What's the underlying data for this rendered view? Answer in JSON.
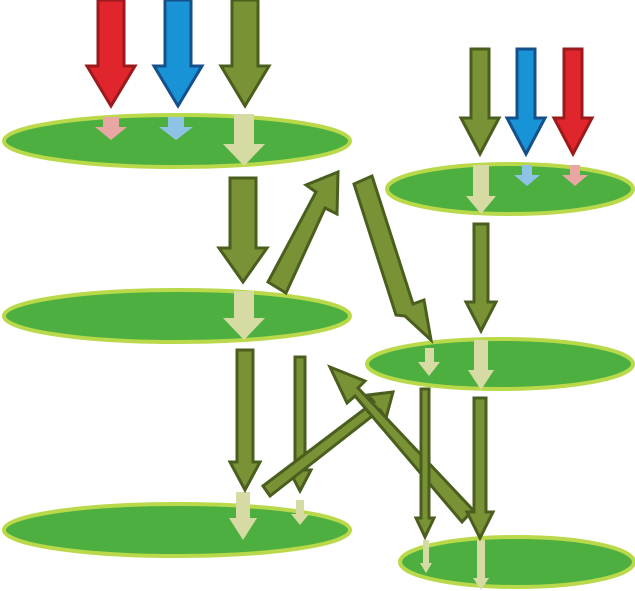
{
  "colors": {
    "background": "#ffffff",
    "ellipse_fill": "#4caf3f",
    "ellipse_stroke": "#b9d94a",
    "flow_arrow_fill": "#7a9236",
    "flow_arrow_stroke": "#4a5e1e",
    "inner_arrow_light": "#d6dba3",
    "input_red_fill": "#e0262c",
    "input_red_stroke": "#9c1a1d",
    "input_blue_fill": "#1793d6",
    "input_blue_stroke": "#174f8a",
    "pink_small": "#e8a7a2",
    "blue_small": "#8fc3e6"
  },
  "diagram": {
    "nodes": [
      {
        "id": "left-top-layer"
      },
      {
        "id": "left-middle-layer"
      },
      {
        "id": "left-bottom-layer"
      },
      {
        "id": "right-top-layer"
      },
      {
        "id": "right-middle-layer"
      },
      {
        "id": "right-bottom-layer"
      }
    ],
    "input_arrows": [
      "red",
      "blue",
      "green",
      "green",
      "blue",
      "red"
    ]
  }
}
